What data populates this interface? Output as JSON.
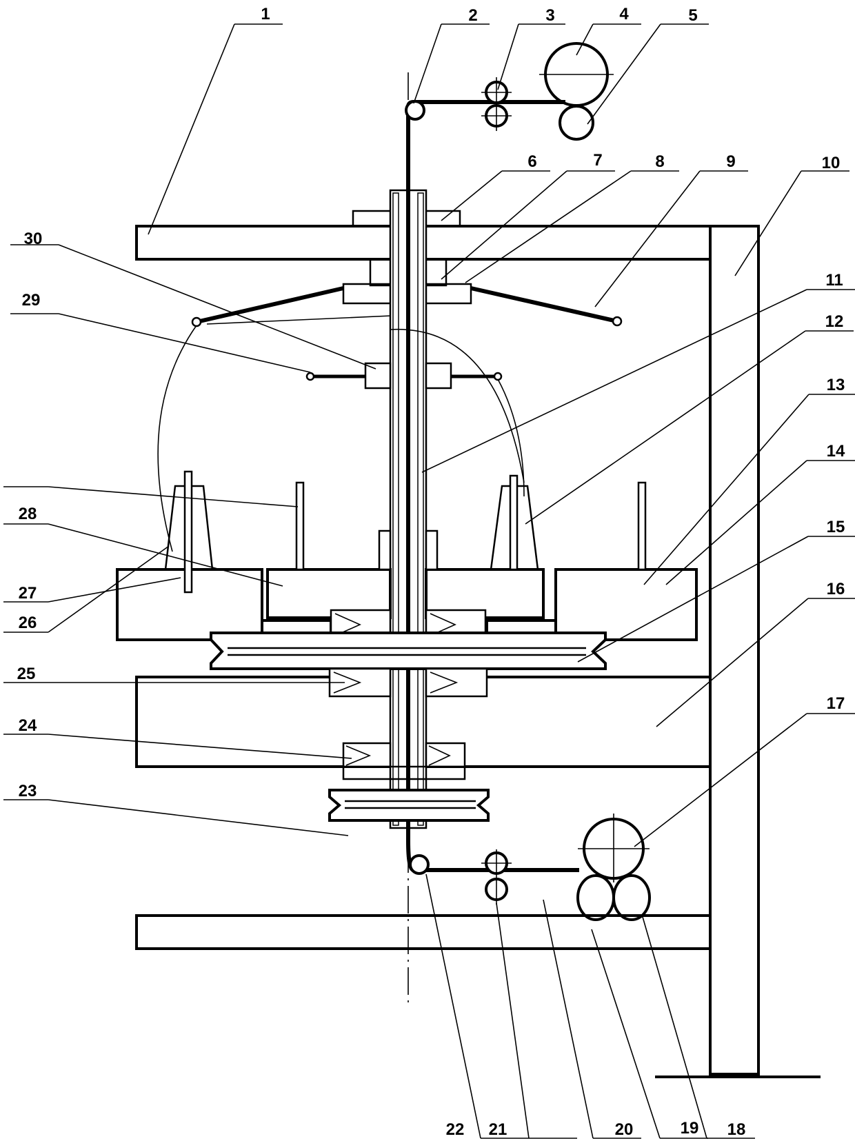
{
  "figure": {
    "type": "mechanical-cross-section",
    "line_color": "#000000",
    "background": "#ffffff"
  },
  "callouts": [
    "1",
    "2",
    "3",
    "4",
    "5",
    "6",
    "7",
    "8",
    "9",
    "10",
    "11",
    "12",
    "13",
    "14",
    "15",
    "16",
    "17",
    "18",
    "19",
    "20",
    "21",
    "22",
    "23",
    "24",
    "25",
    "26",
    "27",
    "28",
    "29",
    "30"
  ]
}
